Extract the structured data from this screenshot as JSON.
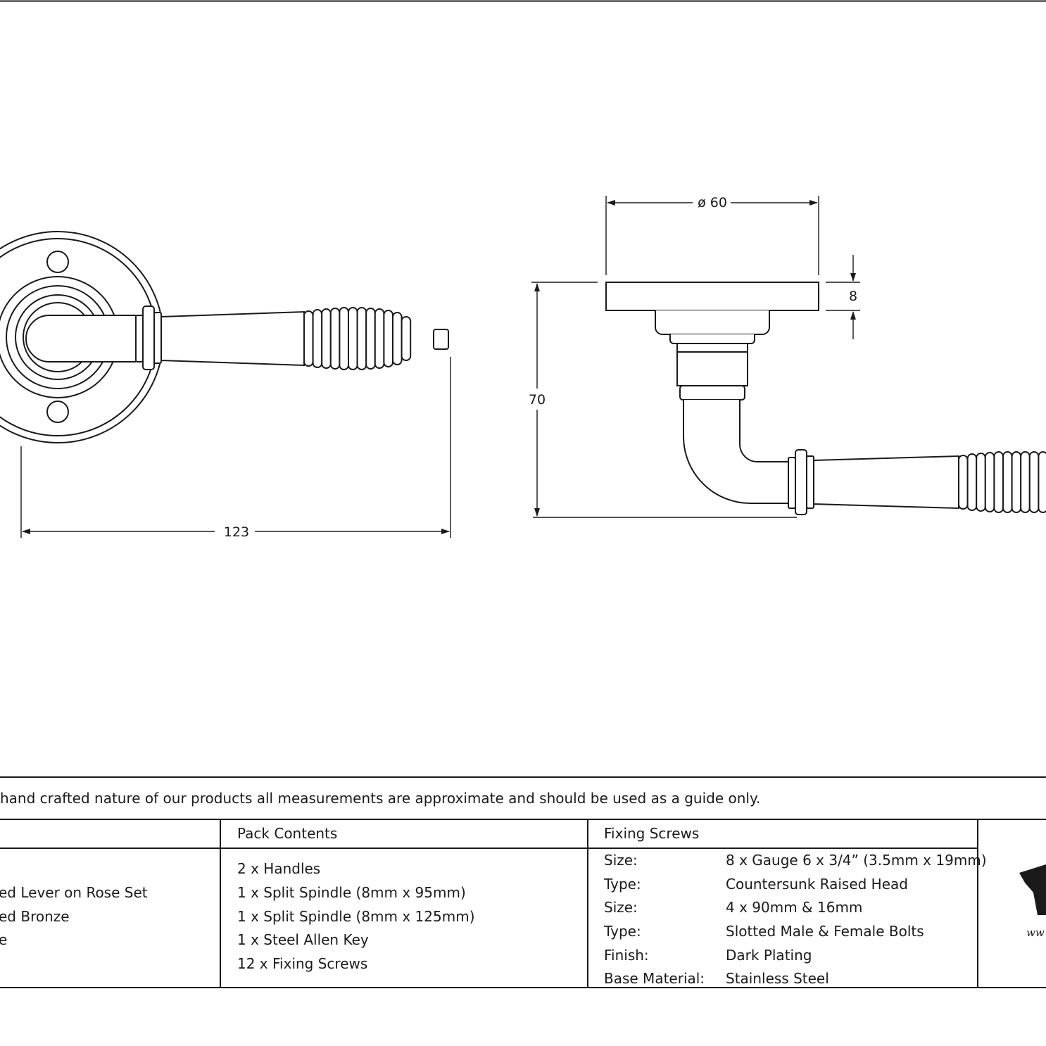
{
  "dimensions": {
    "length": "123",
    "rose_diameter": "ø 60",
    "rose_thickness": "8",
    "projection": "70"
  },
  "note": "hand crafted nature of our products all measurements are approximate and should be used as a guide only.",
  "product": {
    "lines": [
      "",
      "ed Lever on Rose Set",
      "ed Bronze",
      "e"
    ]
  },
  "pack_contents": {
    "title": "Pack Contents",
    "items": [
      "2 x Handles",
      "1 x Split Spindle (8mm x 95mm)",
      "1 x Split Spindle (8mm x 125mm)",
      "1 x Steel Allen Key",
      "12 x Fixing Screws"
    ]
  },
  "fixing_screws": {
    "title": "Fixing Screws",
    "rows": [
      {
        "label": "Size:",
        "value": "8 x Gauge 6 x 3/4” (3.5mm x 19mm)"
      },
      {
        "label": "Type:",
        "value": "Countersunk Raised Head"
      },
      {
        "label": "Size:",
        "value": "4 x 90mm & 16mm"
      },
      {
        "label": "Type:",
        "value": "Slotted Male & Female Bolts"
      },
      {
        "label": "Finish:",
        "value": "Dark Plating"
      },
      {
        "label": "Base Material:",
        "value": "Stainless Steel"
      }
    ]
  },
  "logo": {
    "text": "ww"
  },
  "colors": {
    "line": "#1a1a1a",
    "background": "#ffffff"
  }
}
